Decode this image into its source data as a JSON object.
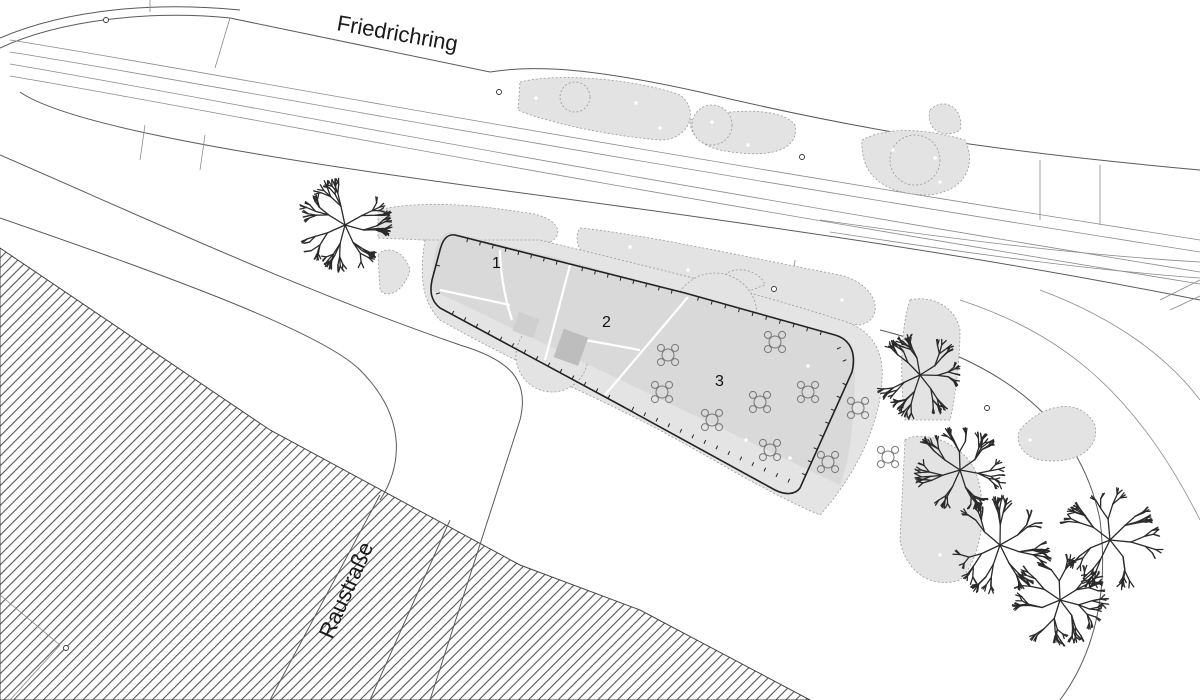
{
  "streets": {
    "friedrichring": "Friedrichring",
    "raustrasse": "Raustraße"
  },
  "zones": {
    "zone_1": "1",
    "zone_2": "2",
    "zone_3": "3"
  },
  "colors": {
    "building_hatch": "#555555",
    "green_area": "#e3e3e3",
    "paved_area": "#d9d9d9",
    "outline": "#5a5a5a"
  },
  "icons": {
    "tree": "tree-icon",
    "table_group": "table-with-chairs-icon",
    "lamp_post": "lamp-post-icon"
  }
}
